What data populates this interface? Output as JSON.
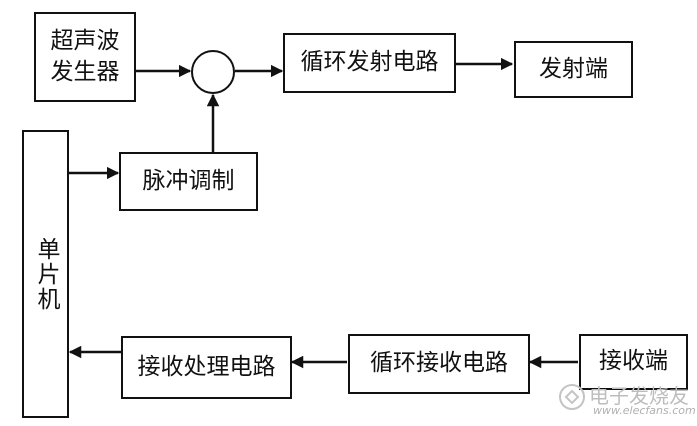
{
  "nodes": {
    "ultrasonic_generator": "超声波发生器",
    "cyclic_transmit_circuit": "循环发射电路",
    "transmitter": "发射端",
    "pulse_modulation": "脉冲调制",
    "mcu": "单片机",
    "receive_processing_circuit": "接收处理电路",
    "cyclic_receive_circuit": "循环接收电路",
    "receiver": "接收端"
  },
  "watermark": {
    "text": "电子发烧友",
    "url": "www.elecfans.com"
  }
}
